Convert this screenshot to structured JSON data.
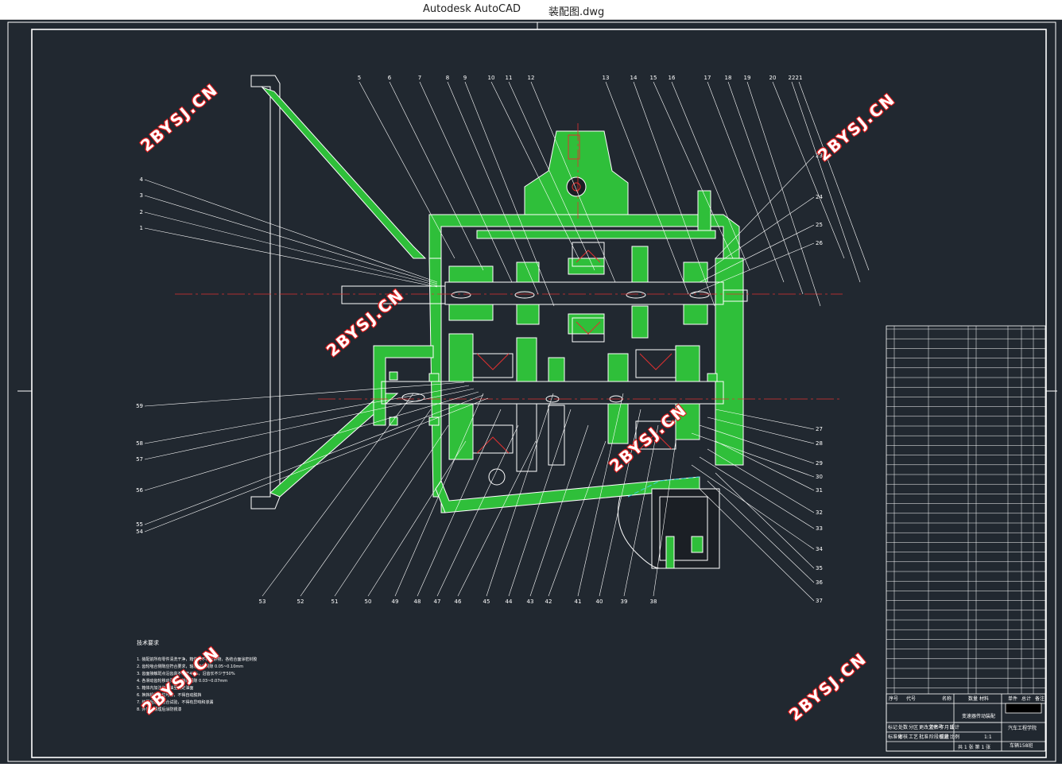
{
  "window": {
    "app_title": "Autodesk AutoCAD",
    "document_title": "装配图.dwg"
  },
  "watermark": "2BYSJ.CN",
  "callouts_top": [
    "5",
    "6",
    "7",
    "8",
    "9",
    "10",
    "11",
    "12",
    "13",
    "14",
    "15",
    "16",
    "17",
    "18",
    "19",
    "20",
    "21",
    "22"
  ],
  "callouts_left": [
    "4",
    "3",
    "2",
    "1",
    "59",
    "58",
    "57",
    "56",
    "55",
    "54"
  ],
  "callouts_right": [
    "23",
    "24",
    "25",
    "26",
    "27",
    "28",
    "29",
    "30",
    "31",
    "32",
    "33",
    "34",
    "35",
    "36",
    "37"
  ],
  "callouts_bottom": [
    "53",
    "52",
    "51",
    "50",
    "49",
    "48",
    "47",
    "46",
    "45",
    "44",
    "43",
    "42",
    "41",
    "40",
    "39",
    "38"
  ],
  "notes": {
    "heading": "技术要求",
    "lines": [
      "1. 装配前所有零件清洗干净，箱体内不得有杂物，各结合面涂密封胶",
      "2. 齿轮啮合侧隙应符合要求，轴承轴向间隙 0.05~0.10mm",
      "3. 齿面接触斑点沿齿高不少于40%，沿齿长不少于50%",
      "4. 各滑动齿轮移动灵活，轴向间隙 0.03~0.07mm",
      "5. 箱体内加注齿轮油至规定油面",
      "6. 换挡机构定位可靠，不得自动脱挡",
      "7. 装配后进行磨合试验，不得有异响和渗漏",
      "8. 外表面清理后涂防锈漆"
    ]
  },
  "title_block": {
    "header": [
      "序号",
      "代号",
      "名称",
      "数量",
      "材料",
      "单件",
      "总计",
      "备注"
    ],
    "assembly_name": "变速器传动装配",
    "school": "汽车工程学院",
    "drawing_no": "车辆158班",
    "scale": "1:1",
    "sheet": "共 1 张  第 1 张",
    "labels": [
      "标记",
      "处数",
      "分区",
      "更改文件号",
      "签名",
      "年月日",
      "设计",
      "标准化",
      "审核",
      "工艺",
      "批准",
      "阶段标记",
      "重量",
      "比例"
    ]
  },
  "colors": {
    "background": "#212830",
    "section_fill": "#2fbf3a",
    "outline": "#ffffff",
    "centerline": "#e03030",
    "leader": "#ffffff",
    "watermark": "#ffffff",
    "watermark_outline": "#e02020"
  }
}
